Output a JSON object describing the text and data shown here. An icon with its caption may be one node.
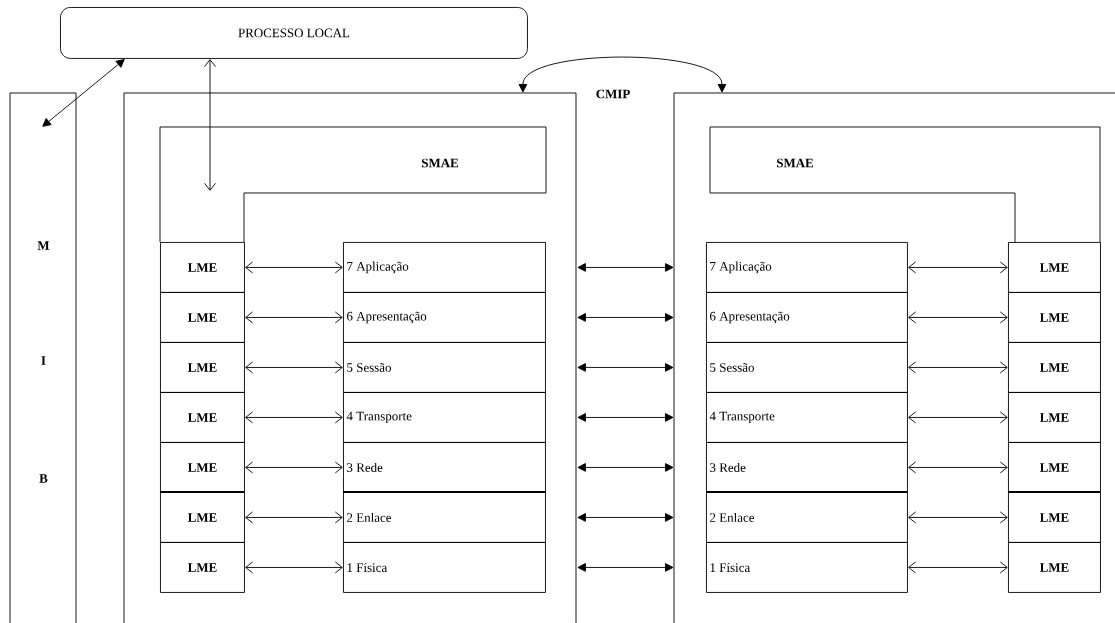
{
  "diagram": {
    "nodes": [
      {
        "text": [
          "PROCESSO LOCAL"
        ]
      },
      {
        "text": [
          "M",
          "I",
          "B"
        ]
      },
      {
        "text": [],
        "shape": "box"
      },
      {
        "text": [
          "SMAE"
        ],
        "in": 2
      },
      {
        "text": [
          "LME"
        ],
        "in": 2
      },
      {
        "text": [
          "LME"
        ],
        "in": 2
      },
      {
        "text": [
          "LME"
        ],
        "in": 2
      },
      {
        "text": [
          "LME"
        ],
        "in": 2
      },
      {
        "text": [
          "LME"
        ],
        "in": 2
      },
      {
        "text": [
          "LME"
        ],
        "in": 2
      },
      {
        "text": [
          "LME"
        ],
        "in": 2
      },
      {
        "text": [
          "7 Aplicação"
        ],
        "in": 2
      },
      {
        "text": [
          "6 Apresentação"
        ],
        "in": 2
      },
      {
        "text": [
          "5 Sessão"
        ],
        "in": 2
      },
      {
        "text": [
          "4 Transporte"
        ],
        "in": 2
      },
      {
        "text": [
          "3 Rede"
        ],
        "in": 2
      },
      {
        "text": [
          "2 Enlace"
        ],
        "in": 2
      },
      {
        "text": [
          "1 Física"
        ],
        "in": 2
      },
      {
        "text": [],
        "shape": "box"
      },
      {
        "text": [
          "SMAE"
        ],
        "in": 18
      },
      {
        "text": [
          "7 Aplicação"
        ],
        "in": 18
      },
      {
        "text": [
          "6 Apresentação"
        ],
        "in": 18
      },
      {
        "text": [
          "5 Sessão"
        ],
        "in": 18
      },
      {
        "text": [
          "4 Transporte"
        ],
        "in": 18
      },
      {
        "text": [
          "3 Rede"
        ],
        "in": 18
      },
      {
        "text": [
          "2 Enlace"
        ],
        "in": 18
      },
      {
        "text": [
          "1 Física"
        ],
        "in": 18
      },
      {
        "text": [
          "LME"
        ],
        "in": 18
      },
      {
        "text": [
          "LME"
        ],
        "in": 18
      },
      {
        "text": [
          "LME"
        ],
        "in": 18
      },
      {
        "text": [
          "LME"
        ],
        "in": 18
      },
      {
        "text": [
          "LME"
        ],
        "in": 18
      },
      {
        "text": [
          "LME"
        ],
        "in": 18
      },
      {
        "text": [
          "LME"
        ],
        "in": 18
      }
    ],
    "edges": [
      {
        "from": 0,
        "to": 1,
        "arrow": "both"
      },
      {
        "from": 0,
        "to": 3,
        "arrow": "both"
      },
      {
        "from": 2,
        "to": 18,
        "arrow": "both",
        "label": "CMIP"
      },
      {
        "from": 4,
        "to": 11,
        "arrow": "both"
      },
      {
        "from": 5,
        "to": 12,
        "arrow": "both"
      },
      {
        "from": 6,
        "to": 13,
        "arrow": "both"
      },
      {
        "from": 7,
        "to": 14,
        "arrow": "both"
      },
      {
        "from": 8,
        "to": 15,
        "arrow": "both"
      },
      {
        "from": 9,
        "to": 16,
        "arrow": "both"
      },
      {
        "from": 10,
        "to": 17,
        "arrow": "both"
      },
      {
        "from": 11,
        "to": 20,
        "arrow": "both"
      },
      {
        "from": 12,
        "to": 21,
        "arrow": "both"
      },
      {
        "from": 13,
        "to": 22,
        "arrow": "both"
      },
      {
        "from": 14,
        "to": 23,
        "arrow": "both"
      },
      {
        "from": 15,
        "to": 24,
        "arrow": "both"
      },
      {
        "from": 16,
        "to": 25,
        "arrow": "both"
      },
      {
        "from": 17,
        "to": 26,
        "arrow": "both"
      },
      {
        "from": 20,
        "to": 27,
        "arrow": "both"
      },
      {
        "from": 21,
        "to": 28,
        "arrow": "both"
      },
      {
        "from": 22,
        "to": 29,
        "arrow": "both"
      },
      {
        "from": 23,
        "to": 30,
        "arrow": "both"
      },
      {
        "from": 24,
        "to": 31,
        "arrow": "both"
      },
      {
        "from": 25,
        "to": 32,
        "arrow": "both"
      },
      {
        "from": 26,
        "to": 33,
        "arrow": "both"
      }
    ]
  }
}
